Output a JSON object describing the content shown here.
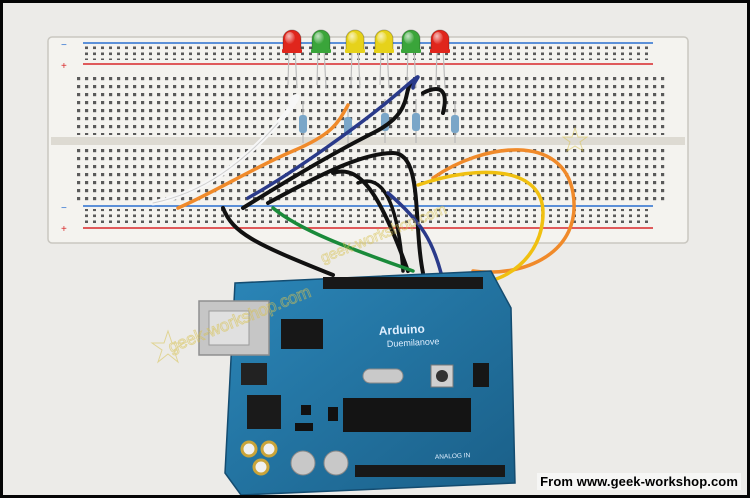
{
  "scene": {
    "subject": "Arduino board wired to a breadboard with six LEDs",
    "led_colors": [
      "#e0261c",
      "#3aa53a",
      "#e6d21a",
      "#e6d21a",
      "#3aa53a",
      "#e0261c"
    ],
    "breadboard_color": "#f4f3ef",
    "board_color": "#1f6f9c",
    "background_color": "#ecebe8",
    "wire_colors": [
      "#111111",
      "#f08a2a",
      "#1a8a3a",
      "#2a3a8a",
      "#f0c010",
      "#ffffff"
    ]
  },
  "board": {
    "logo_text": "Arduino",
    "sub_text": "Duemilanove",
    "analog_label": "ANALOG IN"
  },
  "watermark": {
    "text": "geek-workshop.com"
  },
  "caption": {
    "text": "From www.geek-workshop.com"
  }
}
